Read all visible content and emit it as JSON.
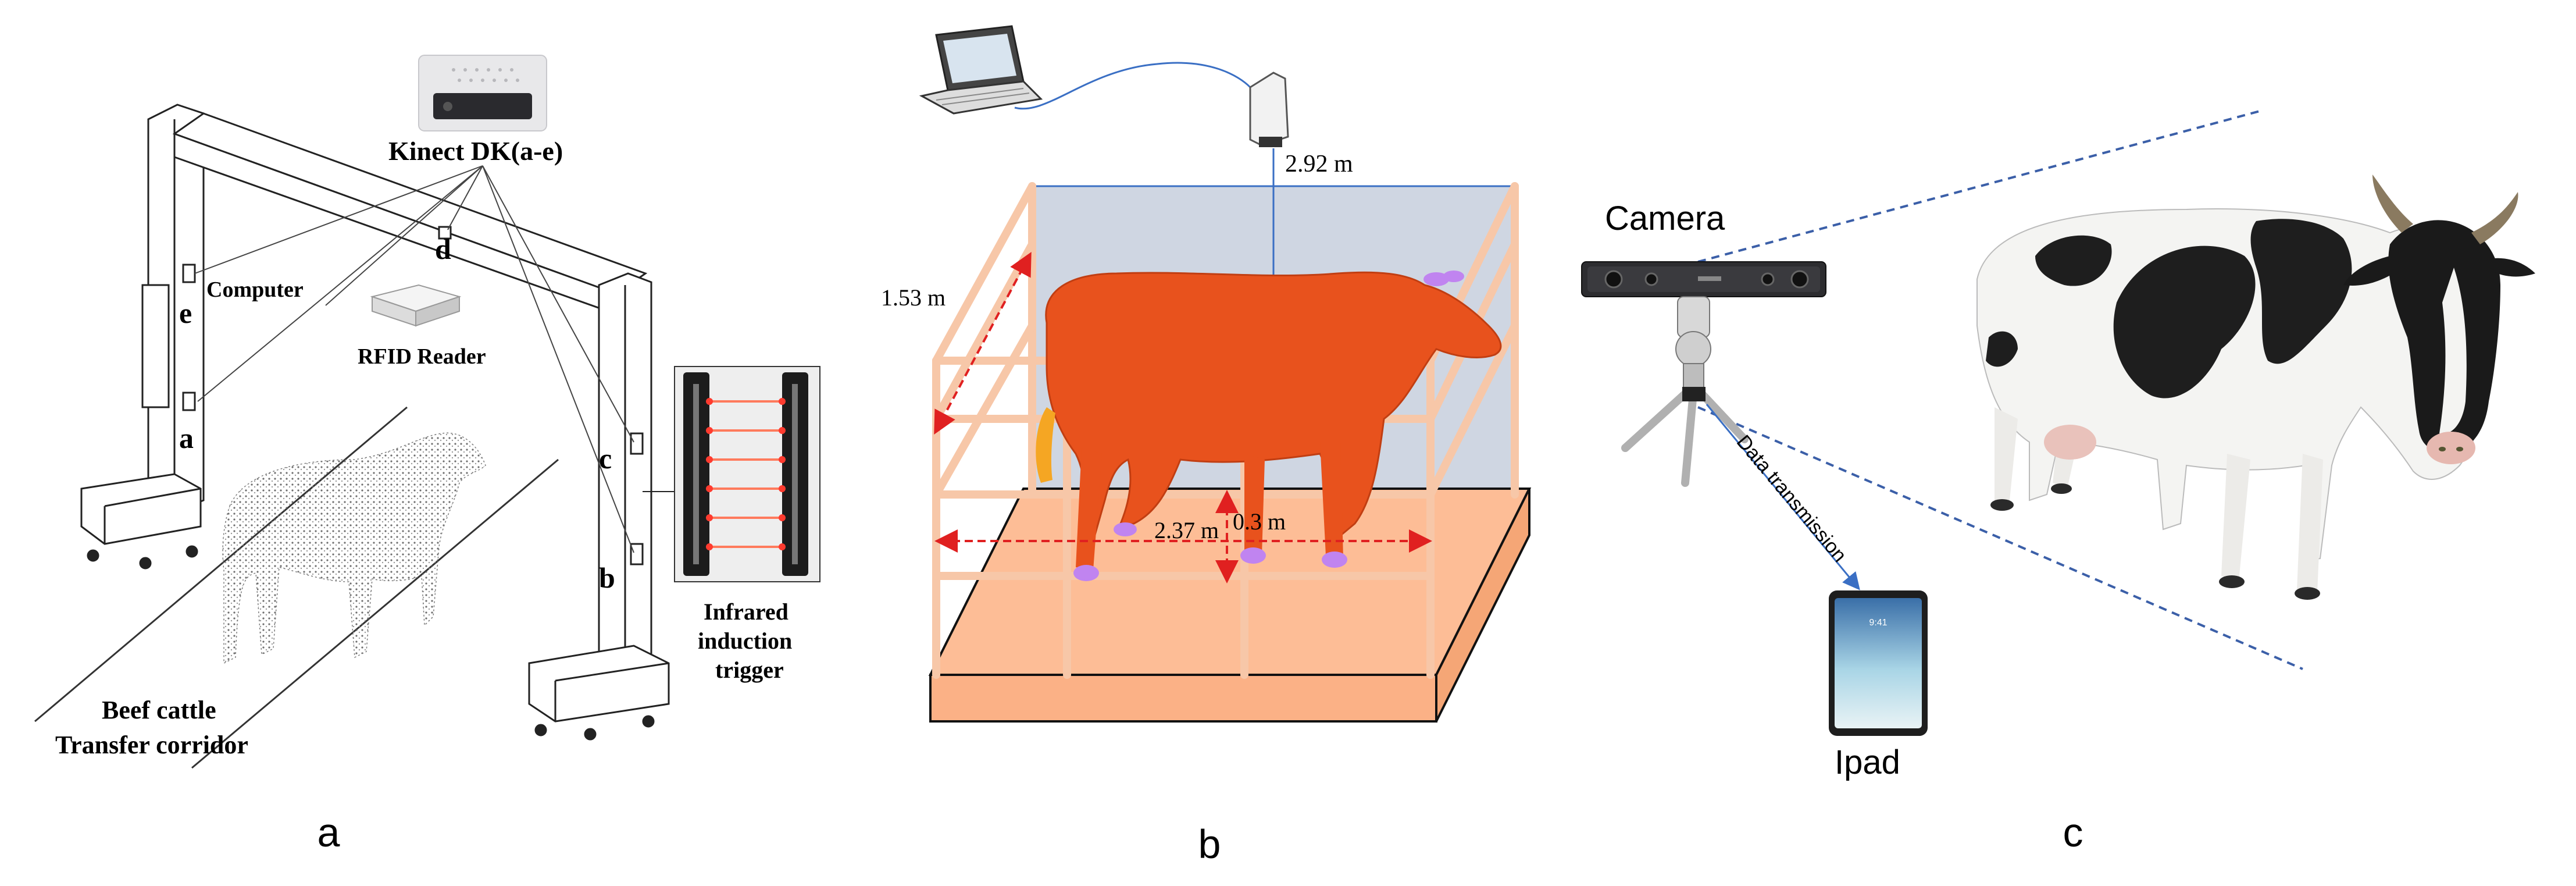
{
  "panel_a": {
    "caption": "a",
    "kinect_label": "Kinect DK(a-e)",
    "computer_label": "Computer",
    "rfid_label": "RFID Reader",
    "corridor_label_1": "Beef cattle",
    "corridor_label_2": "Transfer corridor",
    "infrared_label_1": "Infrared",
    "infrared_label_2": "induction",
    "infrared_label_3": "trigger",
    "camera_letters": {
      "a": "a",
      "b": "b",
      "c": "c",
      "d": "d",
      "e": "e"
    }
  },
  "panel_b": {
    "caption": "b",
    "height_label": "2.92 m",
    "width_label": "1.53 m",
    "length_label": "2.37 m",
    "platform_label": "0.3 m"
  },
  "panel_c": {
    "caption": "c",
    "camera_label": "Camera",
    "transmission_label": "Data transmission",
    "ipad_label": "Ipad",
    "ipad_time": "9:41"
  },
  "colors": {
    "fence": "#f7c7a8",
    "platform": "#fdbd96",
    "cow_orange": "#e8521d",
    "hoof_purple": "#c084f0",
    "wall_blue": "#cfd6e2",
    "dimension_red": "#e02020",
    "cable_blue": "#3a6fc4",
    "fov_blue": "#3b5fa8"
  }
}
